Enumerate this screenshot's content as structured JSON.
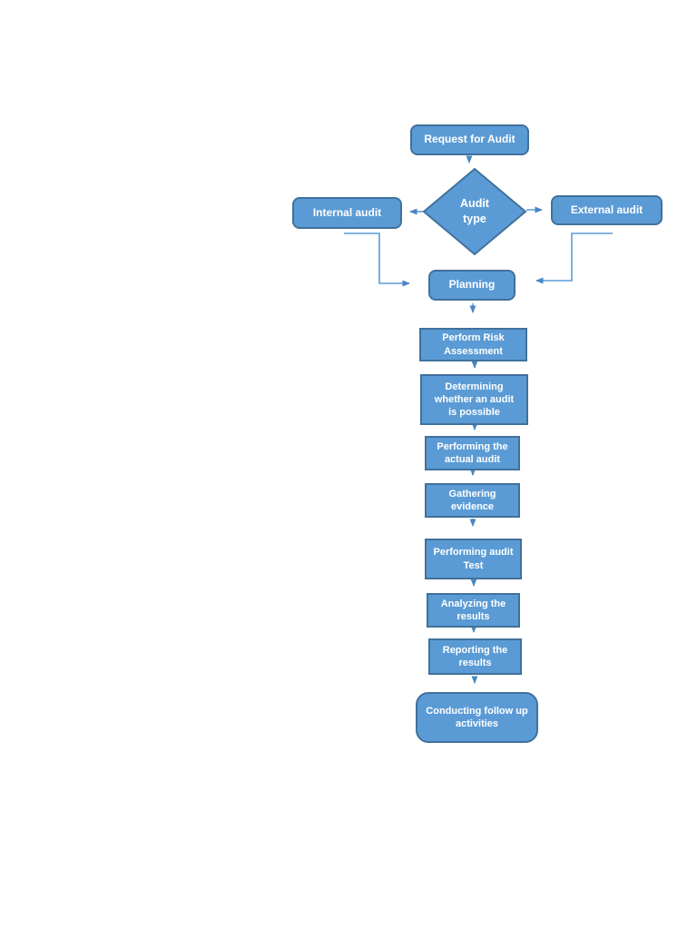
{
  "diagram": {
    "colors": {
      "shape_fill": "#5b9bd5",
      "shape_border": "#41719c",
      "label_text": "#ffffff",
      "connector": "#5b9bd5",
      "arrowhead": "#4a86c4",
      "page_background": "#ffffff"
    },
    "nodes": [
      {
        "id": "request",
        "shape": "rounded-rectangle",
        "label": "Request for Audit"
      },
      {
        "id": "audit-type",
        "shape": "decision-diamond",
        "label": "Audit\ntype"
      },
      {
        "id": "internal",
        "shape": "rounded-rectangle",
        "label": "Internal audit"
      },
      {
        "id": "external",
        "shape": "rounded-rectangle",
        "label": "External audit"
      },
      {
        "id": "planning",
        "shape": "rounded-rectangle",
        "label": "Planning"
      },
      {
        "id": "risk",
        "shape": "rectangle",
        "label": "Perform Risk\nAssessment"
      },
      {
        "id": "determining",
        "shape": "rectangle",
        "label": "Determining\nwhether an audit\nis possible"
      },
      {
        "id": "actual",
        "shape": "rectangle",
        "label": "Performing the\nactual audit"
      },
      {
        "id": "gathering",
        "shape": "rectangle",
        "label": "Gathering\nevidence"
      },
      {
        "id": "test",
        "shape": "rectangle",
        "label": "Performing audit\nTest"
      },
      {
        "id": "analyzing",
        "shape": "rectangle",
        "label": "Analyzing the\nresults"
      },
      {
        "id": "reporting",
        "shape": "rectangle",
        "label": "Reporting the\nresults"
      },
      {
        "id": "followup",
        "shape": "rounded-rectangle",
        "label": "Conducting follow up\nactivities"
      }
    ],
    "edges": [
      {
        "from": "request",
        "to": "audit-type"
      },
      {
        "from": "audit-type",
        "to": "internal"
      },
      {
        "from": "audit-type",
        "to": "external"
      },
      {
        "from": "internal",
        "to": "planning"
      },
      {
        "from": "external",
        "to": "planning"
      },
      {
        "from": "planning",
        "to": "risk"
      },
      {
        "from": "risk",
        "to": "determining"
      },
      {
        "from": "determining",
        "to": "actual"
      },
      {
        "from": "actual",
        "to": "gathering"
      },
      {
        "from": "gathering",
        "to": "test"
      },
      {
        "from": "test",
        "to": "analyzing"
      },
      {
        "from": "analyzing",
        "to": "reporting"
      },
      {
        "from": "reporting",
        "to": "followup"
      }
    ]
  }
}
